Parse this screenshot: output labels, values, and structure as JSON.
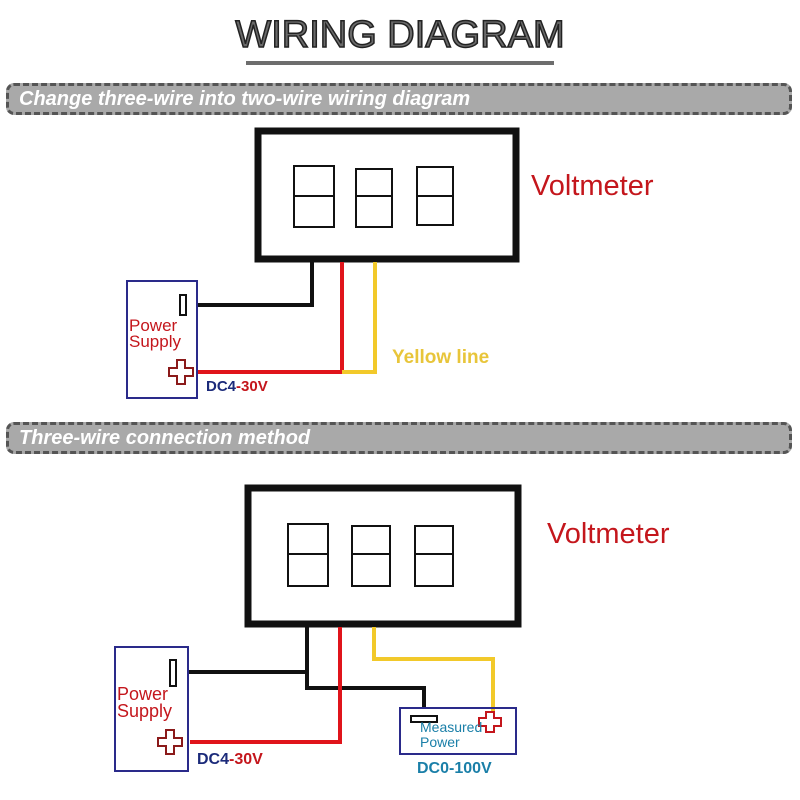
{
  "title": "WIRING DIAGRAM",
  "sections": [
    {
      "heading": "Change three-wire into two-wire wiring diagram",
      "device_label": "Voltmeter",
      "power_supply_label_line1": "Power",
      "power_supply_label_line2": "Supply",
      "supply_range_prefix": "DC4",
      "supply_range_suffix": "-30V",
      "wire_note": "Yellow line"
    },
    {
      "heading": "Three-wire connection method",
      "device_label": "Voltmeter",
      "power_supply_label_line1": "Power",
      "power_supply_label_line2": "Supply",
      "supply_range_prefix": "DC4",
      "supply_range_suffix": "-30V",
      "measured_label_line1": "Measured",
      "measured_label_line2": "Power",
      "measured_range": "DC0-100V"
    }
  ],
  "colors": {
    "red_wire": "#e0141b",
    "yellow_wire": "#f2c92a",
    "black_wire": "#111111",
    "box_border": "#2a2a8a",
    "label_red": "#c4161c",
    "label_blue": "#1b2a7a",
    "label_cyan": "#1a7fa8",
    "label_yellow": "#e8c53a"
  }
}
